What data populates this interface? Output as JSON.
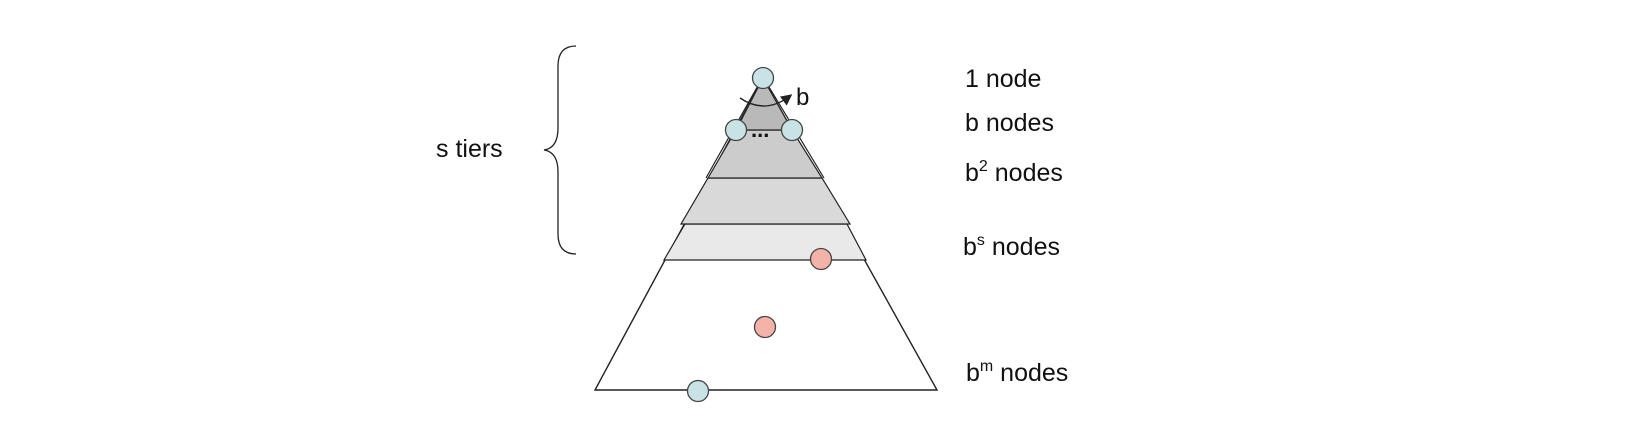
{
  "diagram": {
    "left_label": "s tiers",
    "branch_label": "b",
    "dots": "...",
    "tiers": [
      {
        "base": "1 node",
        "sup": "",
        "rest": ""
      },
      {
        "base": "b nodes",
        "sup": "",
        "rest": ""
      },
      {
        "base": "b",
        "sup": "2",
        "rest": " nodes"
      },
      {
        "base": "b",
        "sup": "s",
        "rest": " nodes"
      },
      {
        "base": "b",
        "sup": "m",
        "rest": " nodes"
      }
    ],
    "colors": {
      "stroke": "#222222",
      "tier_top": "#b9b9b9",
      "tier_2": "#cccccc",
      "tier_3": "#d9d9d9",
      "tier_s": "#e9e9e9",
      "node_blue": "#c8e3e6",
      "node_red": "#f4b3a8"
    }
  }
}
